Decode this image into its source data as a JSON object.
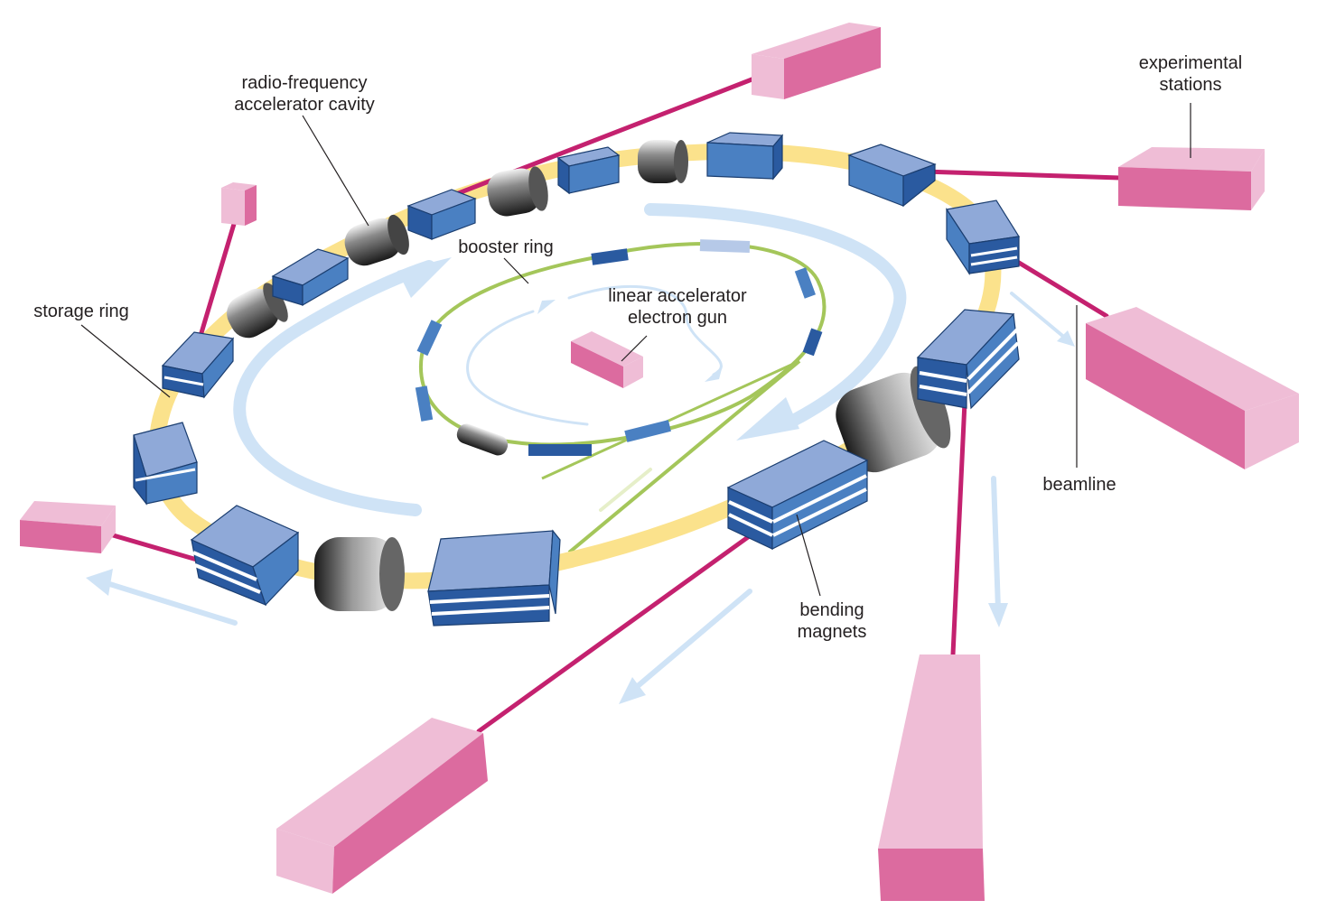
{
  "labels": {
    "rf_cavity": [
      "radio-frequency",
      "accelerator cavity"
    ],
    "experimental_stations": [
      "experimental",
      "stations"
    ],
    "booster_ring": "booster ring",
    "storage_ring": "storage ring",
    "linac": [
      "linear accelerator",
      "electron gun"
    ],
    "beamline": "beamline",
    "bending_magnets": [
      "bending",
      "magnets"
    ]
  },
  "colors": {
    "storage_ring": "#fbe28c",
    "booster_ring": "#a4c65a",
    "magnet_top": "#8fa9d8",
    "magnet_side": "#4a80c2",
    "magnet_dark": "#2a5aa0",
    "beamline": "#c4216f",
    "station_light": "#efbdd6",
    "station_dark": "#dc6b9f",
    "flow_arrow": "#cfe3f6",
    "cavity_dark": "#2b2b2b",
    "leader": "#231f20"
  },
  "icons": [
    "bending-magnet",
    "rf-cavity",
    "experimental-station",
    "flow-arrow"
  ]
}
